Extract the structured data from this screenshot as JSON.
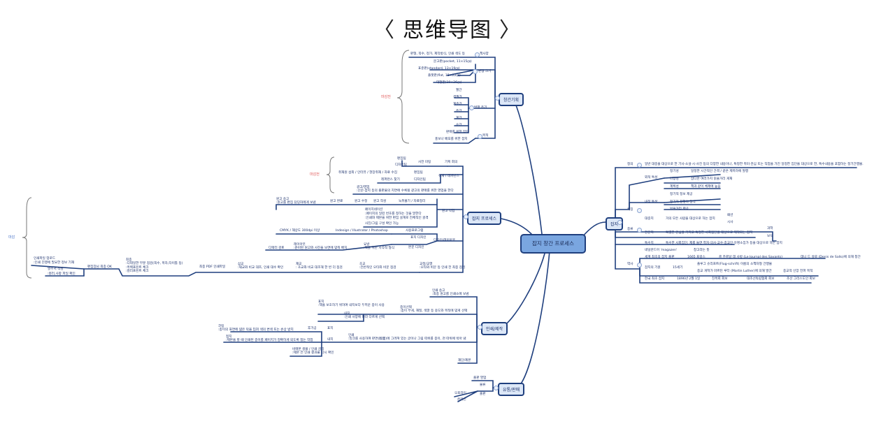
{
  "title": "思维导图",
  "nav": {
    "prev": "〈",
    "next": "〉"
  },
  "central": "잡지 창간 프로세스",
  "branches": {
    "planning": {
      "label": "창간기획",
      "bracket_note": "마감전",
      "items": {
        "size_label": "판형 크기",
        "sizes": [
          "문고판(pocket, 11×15㎝)",
          "표준판(standard, 13×19㎝)",
          "플랫판(flat, 15×22㎝)",
          "대형판(19×26㎝)"
        ],
        "spec_label": "책사양",
        "spec": "판형, 쪽수, 정가, 제작방식, 인쇄 색도 등",
        "cycle_label": "발행 주기",
        "cycles": [
          "월간",
          "격월간",
          "계주간",
          "주간",
          "계간",
          "순간"
        ],
        "target_label": "목적",
        "targets": [
          "판매를 위한 잡지",
          "홍보나 배포를 위한 잡지"
        ]
      }
    },
    "process": {
      "label": "잡지 프로세스",
      "bracket_note": "마감전",
      "meeting": "기획 회의",
      "pre_meeting": "사전 미팅",
      "pre_roles": [
        "편집팀",
        "디자인팀"
      ],
      "theme": "취재 / 레퍼런스",
      "theme_items": [
        "취재원 섭외 / 인터뷰 / 현장취재 / 자료 수집",
        "레퍼런스 찾기"
      ],
      "theme_roles": [
        "편집팀",
        "디자인팀"
      ],
      "ad": "광고/영업\n:신문·잡지 등의 출판물의 지면에 수록될 광고의 판매를 위한 영업을 한다",
      "manuscript_work": "원고 작업",
      "manuscript_steps": [
        "녹취풀기 / 자료정리",
        "원고 작성",
        "원고 수정",
        "원고 완료"
      ],
      "manuscript_send": "원고 송고\n:원고를 편집 담당자에게 보냄",
      "pagination": [
        "페이지네이션",
        ":페이지의 일련 번호를 정하는 것을 말한다",
        ":인쇄와 제본을 위한 편집 설계로 전체적인 골격",
        "사진/그림 구성 확인 가능"
      ],
      "design": "디자인/레이아웃",
      "design_items": [
        "사용프로그램",
        "표지 디자인",
        "본문 디자인"
      ],
      "software": "Indesign / Illustrator / Photoshop",
      "cmyk": "CMYK / 해상도 300dpi 이상",
      "layout": "레이아웃\n:준비된 원고와 사진을 보면에 맞춰 배치",
      "draft": "요방\n:책을 위한 시각적 형식",
      "design_check": "디렉터 검토",
      "proofs": [
        "교정/교열\n:오타와 비문 등 인쇄 전 최종 점검",
        "초교\n:전반적인 오타와 비문 점검",
        "재교\n: 초교와 비교 대조해 한 번 더 점검",
        "삼교\n:재교와 비교 대조, 인쇄 대수 확인"
      ],
      "final_pdf": "최종 PDF 인쇄파일",
      "final_check": "최종\n:디테일한 부분 점검(쪽수, 목차,타이틀 등)\n:흑백프린트 체크\n:컬러프린트 체크",
      "editor_ok": "편집장님 최종 OK",
      "upload": [
        "인쇄파일 업로드",
        ":인쇄 진행에 필요한 정보 기재"
      ],
      "order": [
        "발주서 작성",
        ":컬러,사항 파일 확인"
      ],
      "deadline_note": "마감"
    },
    "printing": {
      "label": "인쇄/제작",
      "items": {
        "send": "인쇄 송고\n:최종 원고를 인쇄소에 보냄",
        "paper": "종이선택\n:종이 무게, 재질, 색깔 등 용도와 목적에 맞게 선택",
        "cover": "표지\n:책을 보호하기 위하여 내지보다 두꺼운 종이 사용",
        "inner": "내지\n:인쇄 사양에 따라 다르게 선택",
        "print": "인쇄\n:잉크를 사용하여 판면(版面)에 그려져 있는 글이나 그림 따위를 종이, 천 따위에 박아 냄",
        "post": [
          "후가공",
          "표지",
          "내지"
        ],
        "coating": "코팅\n:종이의 표면에 얇은 막을 입혀 색의 변색 또는 손상 방지",
        "binding": "접지\n:제본을 할 때 인쇄된 종이를 페이지가 정확하게 되도록 접는 작업",
        "sample": "비매본 생플 / 인쇄 감리\n:제본 전 인쇄 결과물 다시 확인",
        "bind": "재단/제본"
      }
    },
    "distribution": {
      "label": "유통/판매",
      "items": [
        "출판 영업",
        "물류",
        "출판"
      ],
      "channels": [
        "오프라인",
        "온라인"
      ]
    },
    "magazine": {
      "label": "잡지",
      "definition_label": "정의",
      "definition": "일반 대중을 대상으로 한 기사·소설·시·사진 등의 다양한 내용이나, 특정한 취미·관심 또는 직업을 가진 일정한 집단을 대상으로 한, 특수내용을 포함하는 정기간행물.",
      "features_label": "특징",
      "external_label": "외적 특성",
      "external": [
        {
          "k": "정기성",
          "v": "일정한 시간적인 간격 / 같은 제목하에 발행"
        },
        {
          "k": "다양성",
          "v": "잡다한 여러가지 읽을거리 게재"
        },
        {
          "k": "계획성",
          "v": "책과 같이 체제에 높음"
        }
      ],
      "internal_label": "내적 특성",
      "internal": [
        "정기적 정보 제공",
        "정기적 정형의 형식",
        "읽을거리 제공"
      ],
      "types_label": "종류",
      "types": [
        {
          "k": "대중지",
          "v": "거의 모든 사람을 대상으로 하는 잡지",
          "sub": [
            "패션",
            "시사"
          ]
        },
        {
          "k": "전문지",
          "v": "특별한 관심을 가지고 특정한 사회집단을 대상으로 제작되는 잡지",
          "sub": [
            "과학",
            "보석"
          ]
        },
        {
          "k": "특수지",
          "v": "특수한 사회집단, 제를 들면 학자·의사·교수·종교인·유명소집가 등을 대상으로 하는 잡지",
          "sub": []
        }
      ],
      "history_label": "역사",
      "etymology": [
        "네덜란드어 'magazen'",
        "창고라는 뜻"
      ],
      "history": [
        {
          "k": "세계 최초의 잡지 출판",
          "v": [
            "1665 프랑스",
            "르 주르날 데 사방 (Le Journal des Savants)",
            "데니 드 살로 (Denis de Sallo)에 의해 창간"
          ]
        },
        {
          "k": "잡지의 기원",
          "v": [
            "15세기",
            "플루그 슈리프트(Flug-schrift) 이름의 소책자형 간행물",
            "종교 개혁가 마르틴 루터 (Martin Luther)에 의해 발간",
            "종교적 신앙 전파 목적"
          ]
        },
        {
          "k": "한국 최초 잡지",
          "v": [
            "1896년 2월 1일",
            "친목회 회보",
            "대조선독립협회 회보",
            "조선 그리스도인 회보"
          ]
        }
      ]
    }
  },
  "colors": {
    "line": "#1f3f7e",
    "topic_fill": "#dce7f7",
    "central_fill": "#7aa6e0",
    "text": "#1a2f6b",
    "note_red": "#e05555",
    "note_blue": "#4a74c9",
    "bracket": "#777777"
  }
}
